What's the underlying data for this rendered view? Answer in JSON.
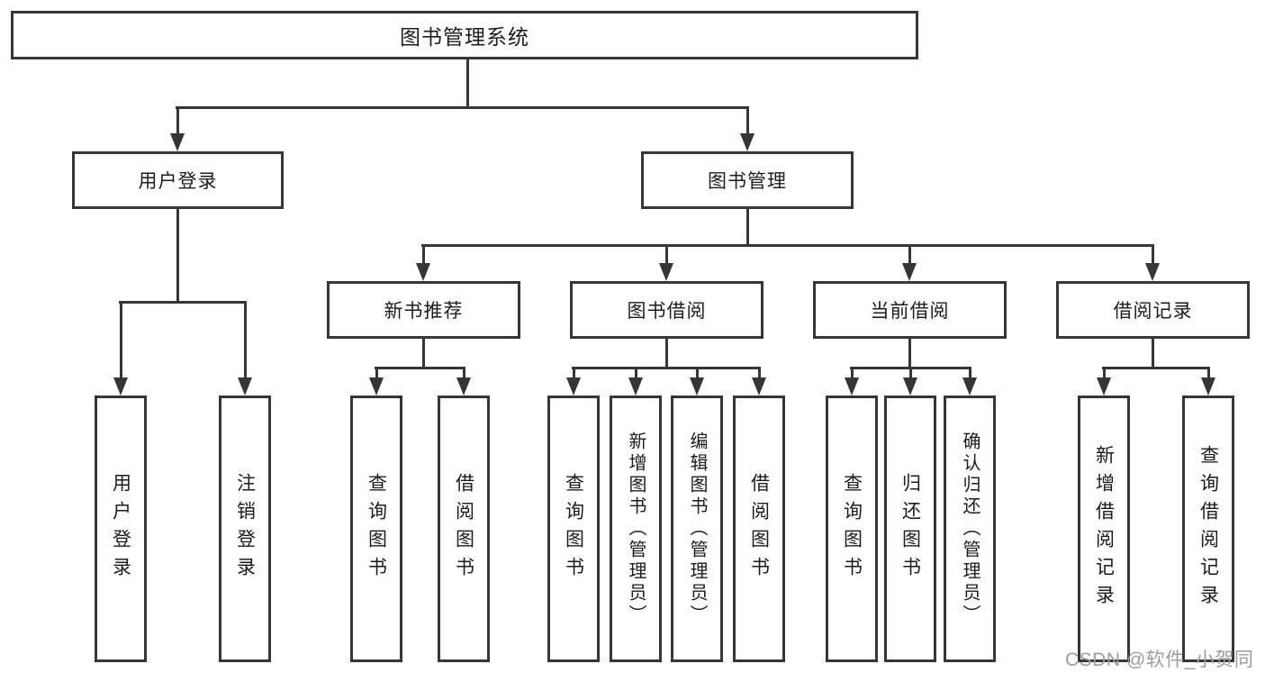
{
  "title": {
    "label": "图书管理系统"
  },
  "level2": [
    {
      "label": "用户登录"
    },
    {
      "label": "图书管理"
    }
  ],
  "level3": [
    {
      "label": "新书推荐"
    },
    {
      "label": "图书借阅"
    },
    {
      "label": "当前借阅"
    },
    {
      "label": "借阅记录"
    }
  ],
  "leaves": [
    {
      "label": "用户登录"
    },
    {
      "label": "注销登录"
    },
    {
      "label": "查询图书"
    },
    {
      "label": "借阅图书"
    },
    {
      "label": "查询图书"
    },
    {
      "label": "新增图书（管理员）"
    },
    {
      "label": "编辑图书（管理员）"
    },
    {
      "label": "借阅图书"
    },
    {
      "label": "查询图书"
    },
    {
      "label": "归还图书"
    },
    {
      "label": "确认归还（管理员）"
    },
    {
      "label": "新增借阅记录"
    },
    {
      "label": "查询借阅记录"
    }
  ],
  "watermark": {
    "label": "CSDN @软件_小贺同学"
  },
  "colors": {
    "line": "#363636",
    "border": "#363636",
    "text": "#1c1c1c",
    "watermark": "#9c9c9c",
    "background": "#ffffff"
  }
}
